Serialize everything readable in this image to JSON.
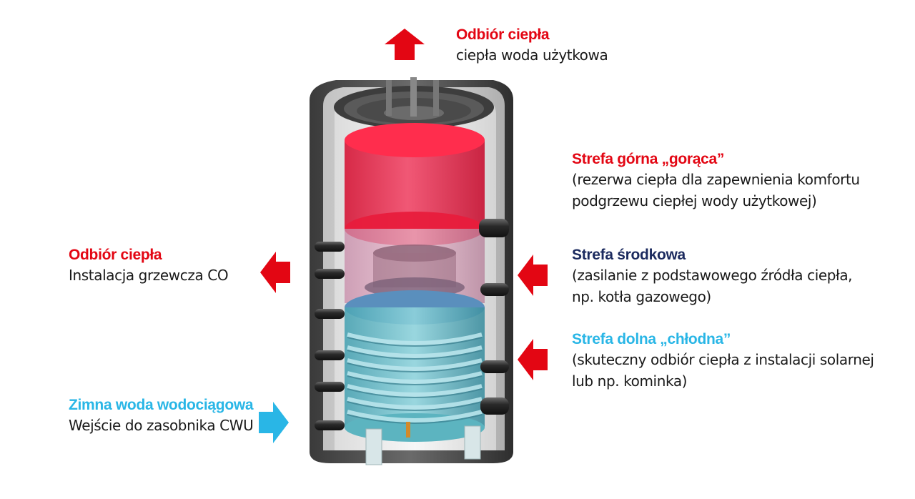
{
  "colors": {
    "hot_red": "#e30613",
    "navy": "#1b2a5e",
    "cyan": "#29b6e6",
    "text": "#1a1a1a"
  },
  "labels": {
    "top_outlet": {
      "title": "Odbiór ciepła",
      "lines": [
        "ciepła woda użytkowa"
      ]
    },
    "upper_zone": {
      "title": "Strefa górna „gorąca”",
      "lines": [
        "(rezerwa ciepła dla zapewnienia komfortu",
        "podgrzewu ciepłej wody użytkowej)"
      ]
    },
    "heating_outlet": {
      "title": "Odbiór ciepła",
      "lines": [
        "Instalacja grzewcza CO"
      ]
    },
    "middle_zone": {
      "title": "Strefa środkowa",
      "lines": [
        "(zasilanie z podstawowego źródła ciepła,",
        "np. kotła gazowego)"
      ]
    },
    "lower_zone": {
      "title": "Strefa dolna „chłodna”",
      "lines": [
        "(skuteczny odbiór ciepła z instalacji solarnej",
        "lub np. kominka)"
      ]
    },
    "cold_water": {
      "title": "Zimna woda wodociągowa",
      "lines": [
        "Wejście do zasobnika CWU"
      ]
    }
  },
  "arrows": [
    {
      "name": "arrow-up-hot-water-outlet",
      "direction": "up",
      "color": "#e30613"
    },
    {
      "name": "arrow-left-heating-outlet",
      "direction": "left",
      "color": "#e30613"
    },
    {
      "name": "arrow-left-middle-zone-supply",
      "direction": "left",
      "color": "#e30613"
    },
    {
      "name": "arrow-left-lower-zone-supply",
      "direction": "left",
      "color": "#e30613"
    },
    {
      "name": "arrow-right-cold-water-inlet",
      "direction": "right",
      "color": "#29b6e6"
    }
  ]
}
